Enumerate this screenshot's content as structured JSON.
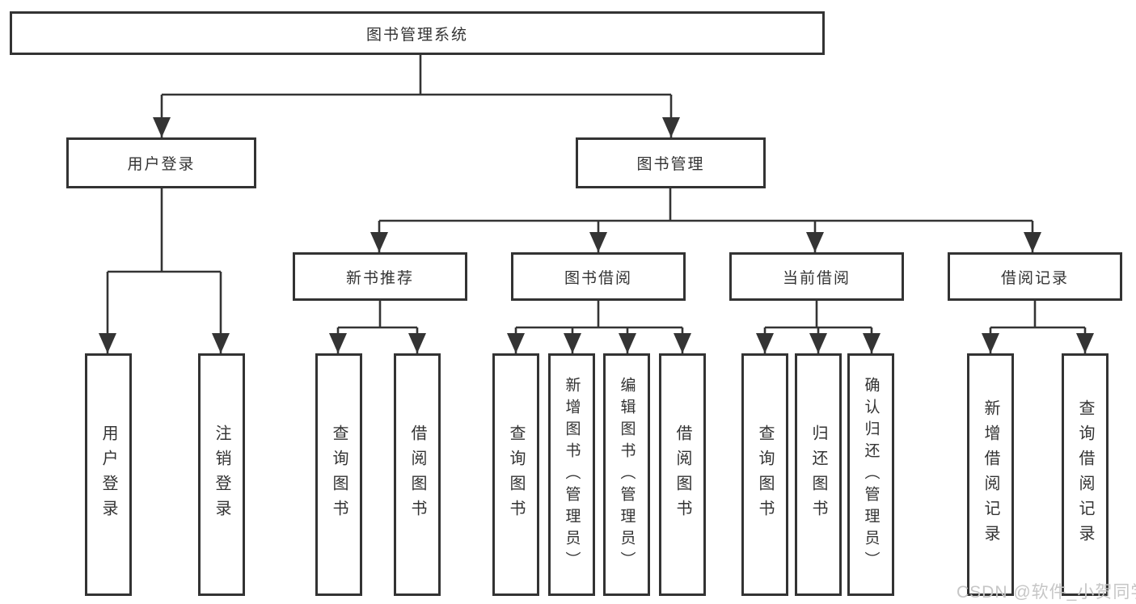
{
  "tree": {
    "label": "图书管理系统",
    "children": [
      {
        "label": "用户登录",
        "children": [
          {
            "label": "用户登录"
          },
          {
            "label": "注销登录"
          }
        ]
      },
      {
        "label": "图书管理",
        "children": [
          {
            "label": "新书推荐",
            "children": [
              {
                "label": "查询图书"
              },
              {
                "label": "借阅图书"
              }
            ]
          },
          {
            "label": "图书借阅",
            "children": [
              {
                "label": "查询图书"
              },
              {
                "label": "新增图书（管理员）"
              },
              {
                "label": "编辑图书（管理员）"
              },
              {
                "label": "借阅图书"
              }
            ]
          },
          {
            "label": "当前借阅",
            "children": [
              {
                "label": "查询图书"
              },
              {
                "label": "归还图书"
              },
              {
                "label": "确认归还（管理员）"
              }
            ]
          },
          {
            "label": "借阅记录",
            "children": [
              {
                "label": "新增借阅记录"
              },
              {
                "label": "查询借阅记录"
              }
            ]
          }
        ]
      }
    ]
  },
  "watermark": {
    "text": "CSDN @软件_小贺同学"
  },
  "colors": {
    "line": "#343434",
    "box_border": "#333333",
    "text": "#333333",
    "watermark": "#c6c6c6",
    "background": "#ffffff"
  }
}
